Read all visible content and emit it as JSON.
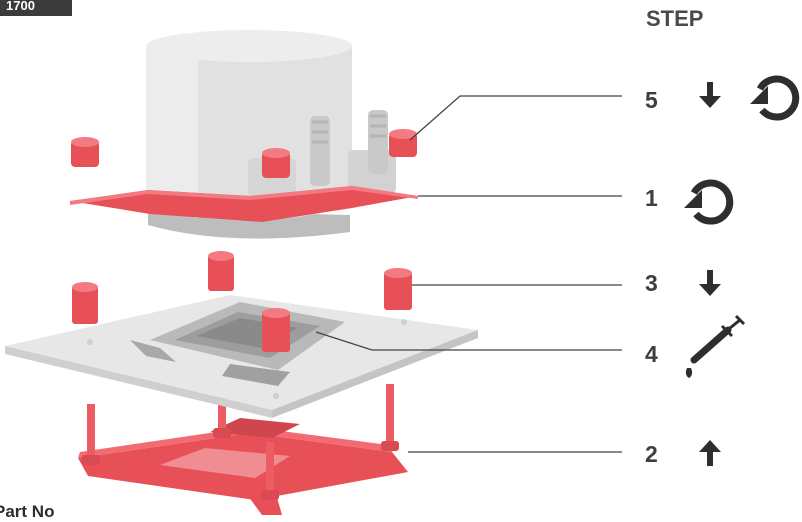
{
  "header_tag": "1700",
  "step_heading": "STEP",
  "steps": [
    {
      "number": "5",
      "icons": [
        "arrow-down-icon",
        "rotate-icon"
      ]
    },
    {
      "number": "1",
      "icons": [
        "rotate-icon"
      ]
    },
    {
      "number": "3",
      "icons": [
        "arrow-down-icon"
      ]
    },
    {
      "number": "4",
      "icons": [
        "thermal-paste-syringe-icon"
      ]
    },
    {
      "number": "2",
      "icons": [
        "arrow-up-icon"
      ]
    }
  ],
  "footer_label": "Part No",
  "colors": {
    "accent_red": "#f2555f",
    "pump_gray": "#e0e0e0",
    "board_gray": "#e6e6e6",
    "icon_dark": "#2e2e2e"
  }
}
